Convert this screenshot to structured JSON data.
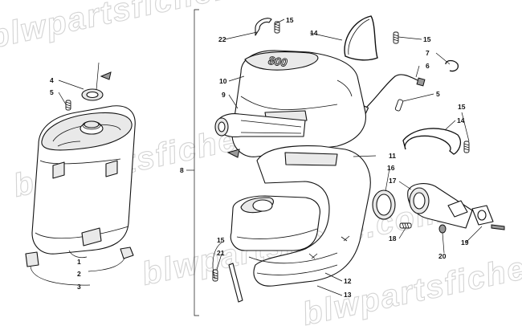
{
  "watermark": {
    "text": "blwpartsfiche.com",
    "color": "#d4d4d4"
  },
  "part_emboss": "800",
  "callouts": {
    "c1": "1",
    "c2": "2",
    "c3": "3",
    "c4": "4",
    "c5a": "5",
    "c6": "6",
    "c7": "7",
    "c8": "8",
    "c9": "9",
    "c10": "10",
    "c11": "11",
    "c12": "12",
    "c13": "13",
    "c14a": "14",
    "c15a": "15",
    "c22": "22",
    "c15b": "15",
    "c5b": "5",
    "c15c": "15",
    "c14b": "14",
    "c16": "16",
    "c17": "17",
    "c18": "18",
    "c19": "19",
    "c20": "20",
    "c15d": "15",
    "c21": "21"
  },
  "icons": [
    "arrow-marker-icon",
    "spring-icon",
    "clamp-ring-icon",
    "grommet-icon",
    "bolt-icon"
  ]
}
